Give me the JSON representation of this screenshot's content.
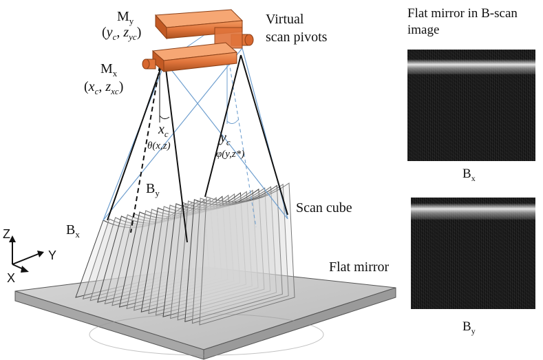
{
  "mirror_y": {
    "label": "M",
    "sub": "y",
    "coord_open": "(",
    "coord_a": "y",
    "coord_a_sub": "c",
    "coord_sep": ", ",
    "coord_b": "z",
    "coord_b_sub": "yc",
    "coord_close": ")"
  },
  "mirror_x": {
    "label": "M",
    "sub": "x",
    "coord_open": "(",
    "coord_a": "x",
    "coord_a_sub": "c",
    "coord_sep": ", ",
    "coord_b": "z",
    "coord_b_sub": "xc",
    "coord_close": ")"
  },
  "virtual_pivots": {
    "line1": "Virtual",
    "line2": "scan pivots"
  },
  "angle_x": {
    "symbol": "x",
    "sub": "c",
    "func": "θ(x,z)"
  },
  "angle_y": {
    "symbol": "y",
    "sub": "c",
    "func": "φ(y,z*)"
  },
  "labels": {
    "by": "B",
    "by_sub": "y",
    "bx": "B",
    "bx_sub": "x",
    "scan_cube": "Scan cube",
    "flat_mirror": "Flat mirror"
  },
  "axes": {
    "z": "Z",
    "y": "Y",
    "x": "X"
  },
  "right_panel": {
    "title_line1": "Flat mirror in B-scan",
    "title_line2": "image",
    "caption_top": "B",
    "caption_top_sub": "x",
    "caption_bottom": "B",
    "caption_bottom_sub": "y"
  },
  "colors": {
    "scanner": "#e0743b",
    "scanner_dark": "#b4531e",
    "beam_blue": "#6f9fcf",
    "mirror_gray": "#c9c9c9"
  }
}
